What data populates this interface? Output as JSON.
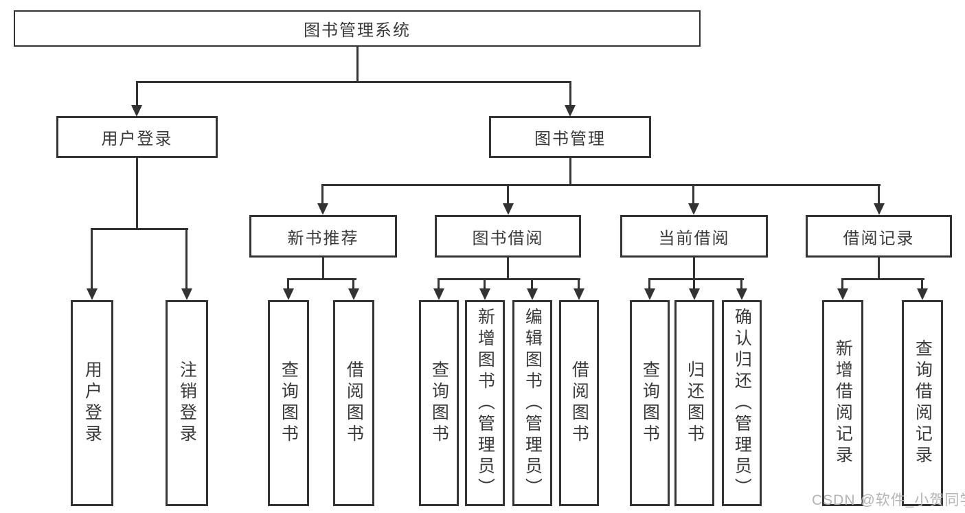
{
  "colors": {
    "line": "#333333",
    "text": "#3a3a3a",
    "background": "#ffffff",
    "watermark": "#b3b3b3"
  },
  "watermark": {
    "text": "CSDN @软件_小贺同学"
  },
  "tree": {
    "label": "图书管理系统",
    "children": [
      {
        "label": "用户登录",
        "children": [
          {
            "label": "用户登录"
          },
          {
            "label": "注销登录"
          }
        ]
      },
      {
        "label": "图书管理",
        "children": [
          {
            "label": "新书推荐",
            "children": [
              {
                "label": "查询图书"
              },
              {
                "label": "借阅图书"
              }
            ]
          },
          {
            "label": "图书借阅",
            "children": [
              {
                "label": "查询图书"
              },
              {
                "label": "新增图书（管理员）"
              },
              {
                "label": "编辑图书（管理员）"
              },
              {
                "label": "借阅图书"
              }
            ]
          },
          {
            "label": "当前借阅",
            "children": [
              {
                "label": "查询图书"
              },
              {
                "label": "归还图书"
              },
              {
                "label": "确认归还（管理员）"
              }
            ]
          },
          {
            "label": "借阅记录",
            "children": [
              {
                "label": "新增借阅记录"
              },
              {
                "label": "查询借阅记录"
              }
            ]
          }
        ]
      }
    ]
  }
}
